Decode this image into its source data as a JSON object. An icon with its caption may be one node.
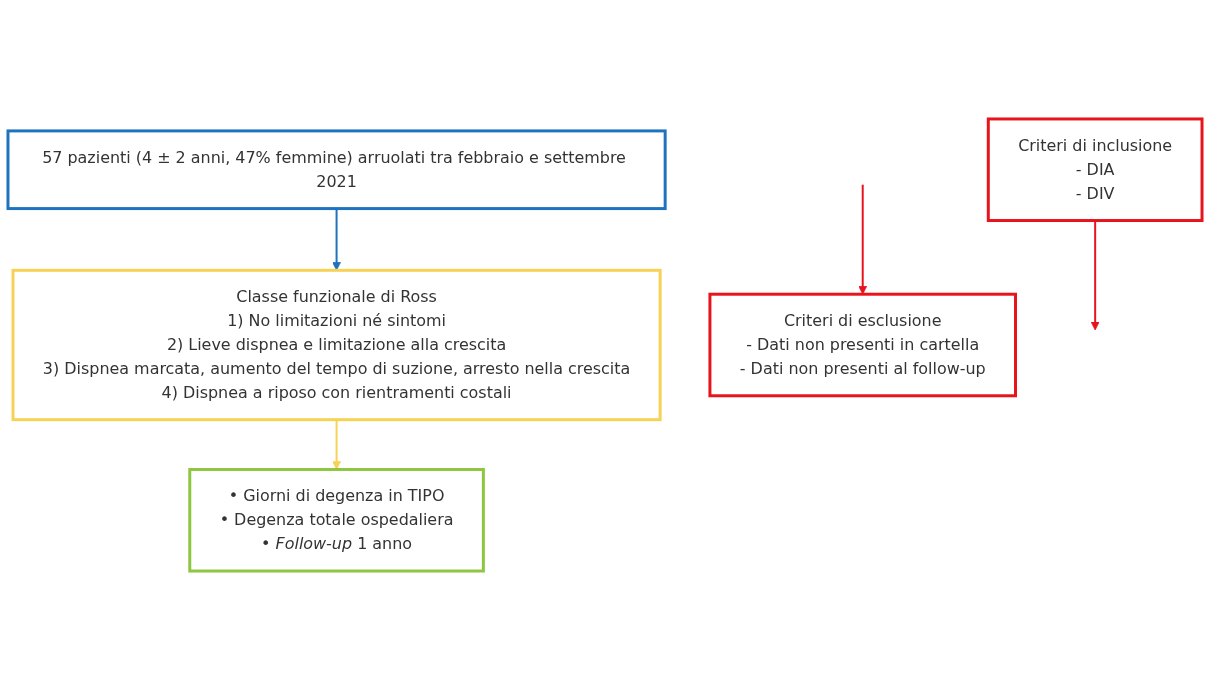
{
  "diagram": {
    "nodes": [
      {
        "text": [
          "57 pazienti (4 ± 2 anni, 47% femmine) arruolati tra febbraio e settembre 2021"
        ]
      },
      {
        "text": [
          "Criteri di inclusione",
          "- DIA",
          "- DIV"
        ]
      },
      {
        "text": [
          "Classe funzionale di Ross",
          "1) No limitazioni né sintomi",
          "2) Lieve dispnea e limitazione alla crescita",
          "3) Dispnea marcata, aumento del tempo di suzione, arresto nella crescita",
          "4) Dispnea a riposo con rientramenti costali"
        ]
      },
      {
        "text": [
          "Criteri di esclusione",
          "- Dati non presenti in cartella",
          "- Dati non presenti al follow-up"
        ]
      },
      {
        "text": [
          "• Giorni di degenza in TIPO",
          "• Degenza totale ospedaliera",
          "• *Follow-up* 1 anno"
        ]
      }
    ],
    "edges": [
      {
        "from": 0,
        "to": 2,
        "arrow": "to",
        "color": "#1e73be"
      },
      {
        "from": 1,
        "to": null,
        "arrow": "to",
        "color": "#e8141b"
      },
      {
        "from": 2,
        "to": 4,
        "arrow": "to",
        "color": "#f7d257"
      },
      {
        "from": null,
        "to": 3,
        "arrow": "to",
        "color": "#e8141b"
      }
    ]
  }
}
